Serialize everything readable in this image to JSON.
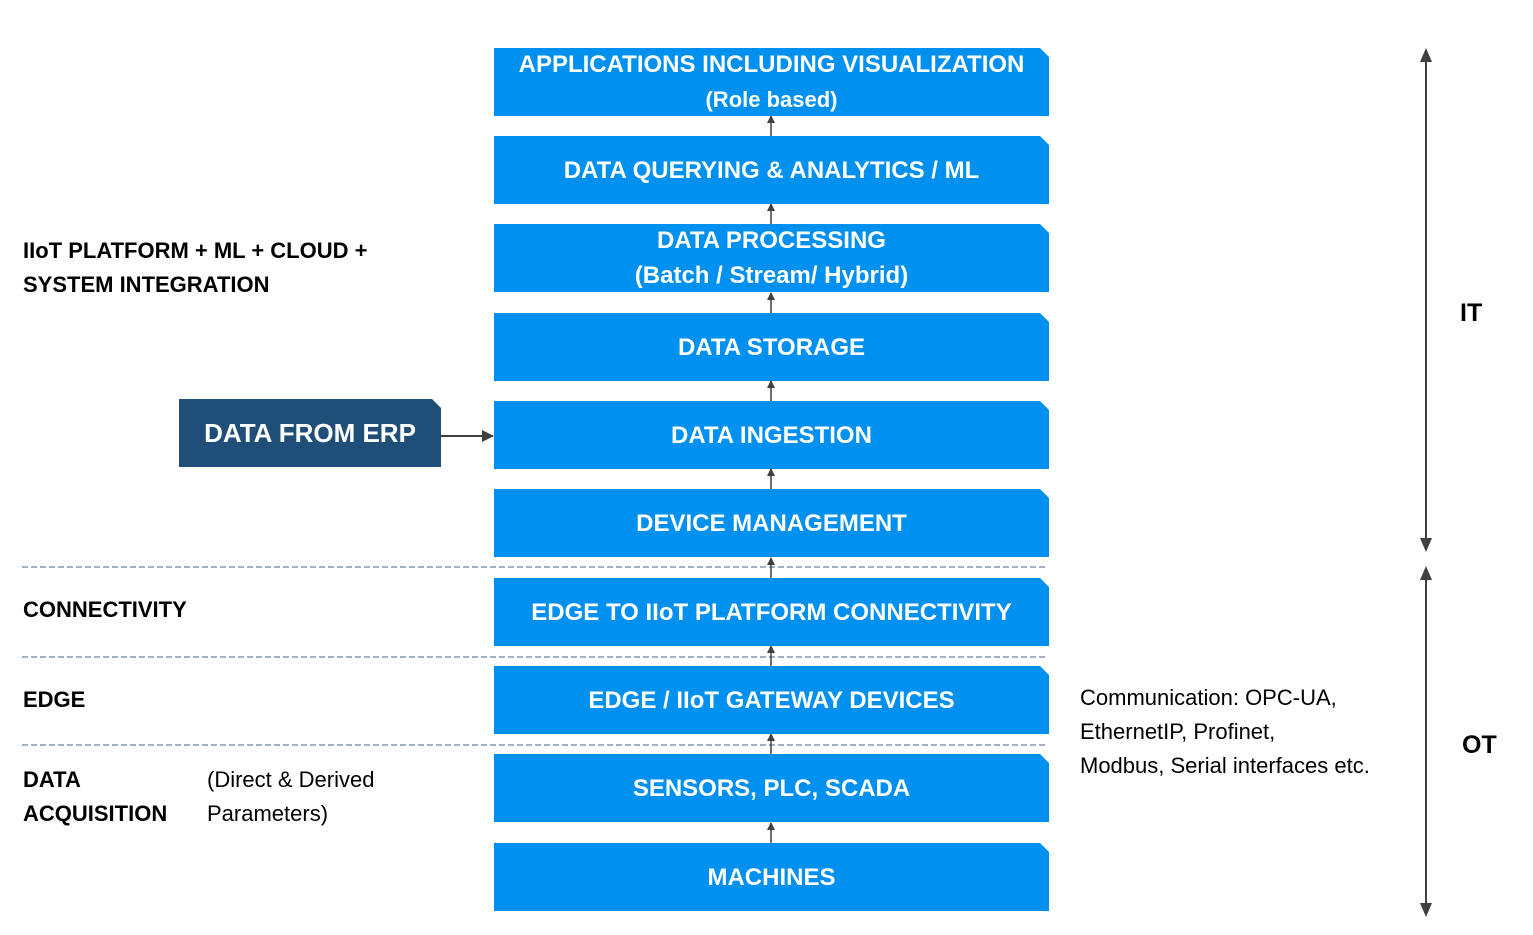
{
  "layers": [
    {
      "line1": "APPLICATIONS INCLUDING VISUALIZATION",
      "line2": "(Role based)"
    },
    {
      "line1": "DATA QUERYING & ANALYTICS / ML",
      "line2": ""
    },
    {
      "line1": "DATA PROCESSING",
      "line2": "(Batch / Stream/ Hybrid)"
    },
    {
      "line1": "DATA STORAGE",
      "line2": ""
    },
    {
      "line1": "DATA INGESTION",
      "line2": ""
    },
    {
      "line1": "DEVICE MANAGEMENT",
      "line2": ""
    },
    {
      "line1": "EDGE TO IIoT PLATFORM CONNECTIVITY",
      "line2": ""
    },
    {
      "line1": "EDGE / IIoT GATEWAY DEVICES",
      "line2": ""
    },
    {
      "line1": "SENSORS, PLC, SCADA",
      "line2": ""
    },
    {
      "line1": "MACHINES",
      "line2": ""
    }
  ],
  "erp": {
    "label": "DATA FROM ERP"
  },
  "left_labels": {
    "platform": {
      "line1": "IIoT PLATFORM + ML + CLOUD +",
      "line2": "SYSTEM INTEGRATION"
    },
    "connectivity": "CONNECTIVITY",
    "edge": "EDGE",
    "acquisition": {
      "line1": "DATA",
      "line2": "ACQUISITION"
    },
    "acquisition_note": {
      "line1": "(Direct & Derived",
      "line2": "Parameters)"
    }
  },
  "communication_note": {
    "line1": "Communication: OPC-UA,",
    "line2": "EthernetIP, Profinet,",
    "line3": "Modbus, Serial interfaces etc."
  },
  "side_labels": {
    "it": "IT",
    "ot": "OT"
  },
  "colors": {
    "layer_blue": "#0090f0",
    "erp_navy": "#1f4e79",
    "connector": "#404040",
    "separator": "#8497b0"
  }
}
